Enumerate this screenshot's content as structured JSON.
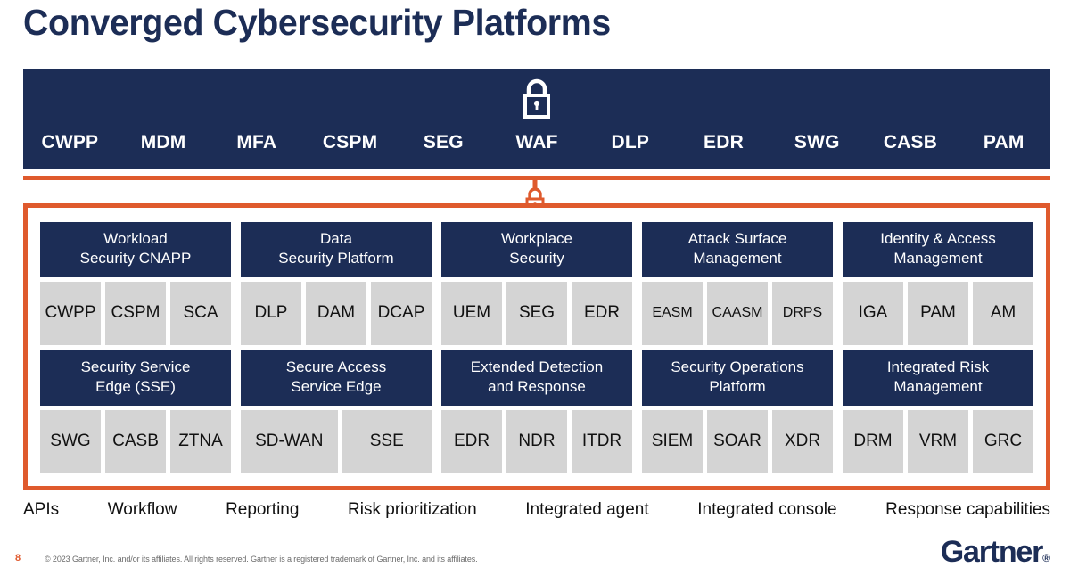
{
  "title": "Converged Cybersecurity Platforms",
  "colors": {
    "navy": "#1c2d56",
    "orange": "#df5a2d",
    "gray_cell": "#d4d4d4",
    "white": "#ffffff"
  },
  "top_banner": {
    "lock_icon": "lock-icon",
    "items": [
      "CWPP",
      "MDM",
      "MFA",
      "CSPM",
      "SEG",
      "WAF",
      "DLP",
      "EDR",
      "SWG",
      "CASB",
      "PAM"
    ]
  },
  "connector": {
    "lock_icon": "lock-icon"
  },
  "panel": {
    "rows": [
      {
        "cards": [
          {
            "title_lines": [
              "Workload",
              "Security CNAPP"
            ],
            "cells": [
              "CWPP",
              "CSPM",
              "SCA"
            ]
          },
          {
            "title_lines": [
              "Data",
              "Security Platform"
            ],
            "cells": [
              "DLP",
              "DAM",
              "DCAP"
            ]
          },
          {
            "title_lines": [
              "Workplace",
              "Security"
            ],
            "cells": [
              "UEM",
              "SEG",
              "EDR"
            ]
          },
          {
            "title_lines": [
              "Attack Surface",
              "Management"
            ],
            "cells": [
              "EASM",
              "CAASM",
              "DRPS"
            ]
          },
          {
            "title_lines": [
              "Identity & Access",
              "Management"
            ],
            "cells": [
              "IGA",
              "PAM",
              "AM"
            ]
          }
        ]
      },
      {
        "cards": [
          {
            "title_lines": [
              "Security Service",
              "Edge (SSE)"
            ],
            "cells": [
              "SWG",
              "CASB",
              "ZTNA"
            ]
          },
          {
            "title_lines": [
              "Secure Access",
              "Service Edge"
            ],
            "cells": [
              "SD-WAN",
              "SSE"
            ]
          },
          {
            "title_lines": [
              "Extended Detection",
              "and Response"
            ],
            "cells": [
              "EDR",
              "NDR",
              "ITDR"
            ]
          },
          {
            "title_lines": [
              "Security Operations",
              "Platform"
            ],
            "cells": [
              "SIEM",
              "SOAR",
              "XDR"
            ]
          },
          {
            "title_lines": [
              "Integrated Risk",
              "Management"
            ],
            "cells": [
              "DRM",
              "VRM",
              "GRC"
            ]
          }
        ]
      }
    ]
  },
  "capabilities": [
    "APIs",
    "Workflow",
    "Reporting",
    "Risk prioritization",
    "Integrated agent",
    "Integrated console",
    "Response capabilities"
  ],
  "footer": {
    "page_number": "8",
    "copyright": "© 2023 Gartner, Inc. and/or its affiliates. All rights reserved. Gartner is a registered trademark of Gartner, Inc. and its affiliates.",
    "logo_text": "Gartner",
    "logo_mark": "®"
  }
}
